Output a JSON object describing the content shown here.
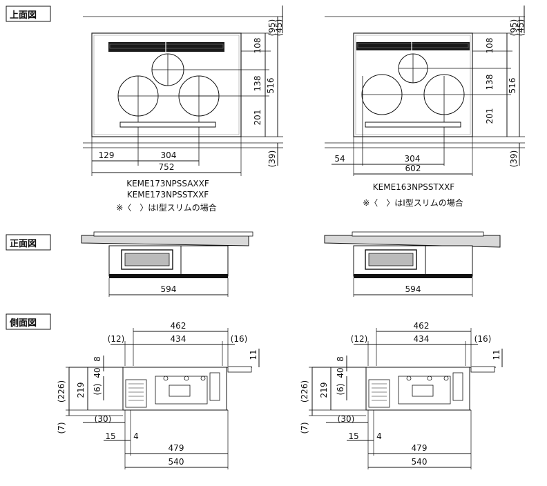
{
  "sections": {
    "top": "上面図",
    "front": "正面図",
    "side": "側面図"
  },
  "top_left": {
    "dims": {
      "d95": "(95)",
      "d45": "(45)",
      "d108": "108",
      "d138": "138",
      "d201": "201",
      "d516": "516",
      "d39": "(39)",
      "d129": "129",
      "d304": "304",
      "d752": "752"
    },
    "model_1": "KEME173NPSSAXXF",
    "model_2": "KEME173NPSSTXXF",
    "note": "※〈　〉はI型スリムの場合"
  },
  "top_right": {
    "dims": {
      "d95": "(95)",
      "d45": "(45)",
      "d108": "108",
      "d138": "138",
      "d201": "201",
      "d516": "516",
      "d39": "(39)",
      "d54": "54",
      "d304": "304",
      "d602": "602"
    },
    "model_1": "KEME163NPSSTXXF",
    "note": "※〈　〉はI型スリムの場合"
  },
  "front_left": {
    "d594": "594"
  },
  "front_right": {
    "d594": "594"
  },
  "side_left": {
    "dims": {
      "d462": "462",
      "d12": "(12)",
      "d434": "434",
      "d16": "(16)",
      "d8": "8",
      "d11": "11",
      "d40": "40",
      "d226": "(226)",
      "d219": "219",
      "d6": "(6)",
      "d7": "(7)",
      "d30": "(30)",
      "d15": "15",
      "d4": "4",
      "d479": "479",
      "d540": "540"
    }
  },
  "side_right": {
    "dims": {
      "d462": "462",
      "d12": "(12)",
      "d434": "434",
      "d16": "(16)",
      "d8": "8",
      "d11": "11",
      "d40": "40",
      "d226": "(226)",
      "d219": "219",
      "d6": "(6)",
      "d7": "(7)",
      "d30": "(30)",
      "d15": "15",
      "d4": "4",
      "d479": "479",
      "d540": "540"
    }
  }
}
